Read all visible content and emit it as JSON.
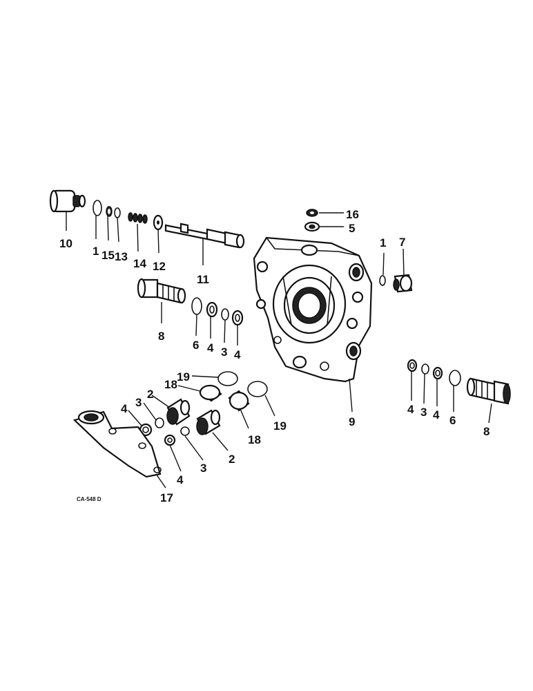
{
  "diagram_code": "CA-548 D",
  "callouts": {
    "c10": "10",
    "c1a": "1",
    "c15": "15",
    "c13": "13",
    "c14": "14",
    "c12": "12",
    "c11": "11",
    "c8a": "8",
    "c6a": "6",
    "c4a": "4",
    "c3a": "3",
    "c4b": "4",
    "c16": "16",
    "c5": "5",
    "c1b": "1",
    "c7": "7",
    "c9": "9",
    "c19a": "19",
    "c18a": "18",
    "c2a": "2",
    "c3b": "3",
    "c4c": "4",
    "c3c": "3",
    "c4d": "4",
    "c2b": "2",
    "c18b": "18",
    "c19b": "19",
    "c17": "17",
    "c4e": "4",
    "c3d": "3",
    "c4f": "4",
    "c6b": "6",
    "c8b": "8"
  }
}
